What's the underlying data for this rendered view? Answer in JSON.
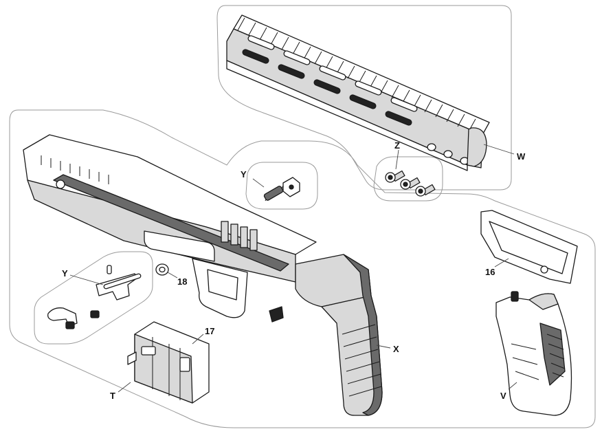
{
  "callouts": {
    "w": "W",
    "z": "Z",
    "y_upper": "Y",
    "y_lower": "Y",
    "n18": "18",
    "n16": "16",
    "n17": "17",
    "x": "X",
    "v": "V",
    "t": "T"
  }
}
